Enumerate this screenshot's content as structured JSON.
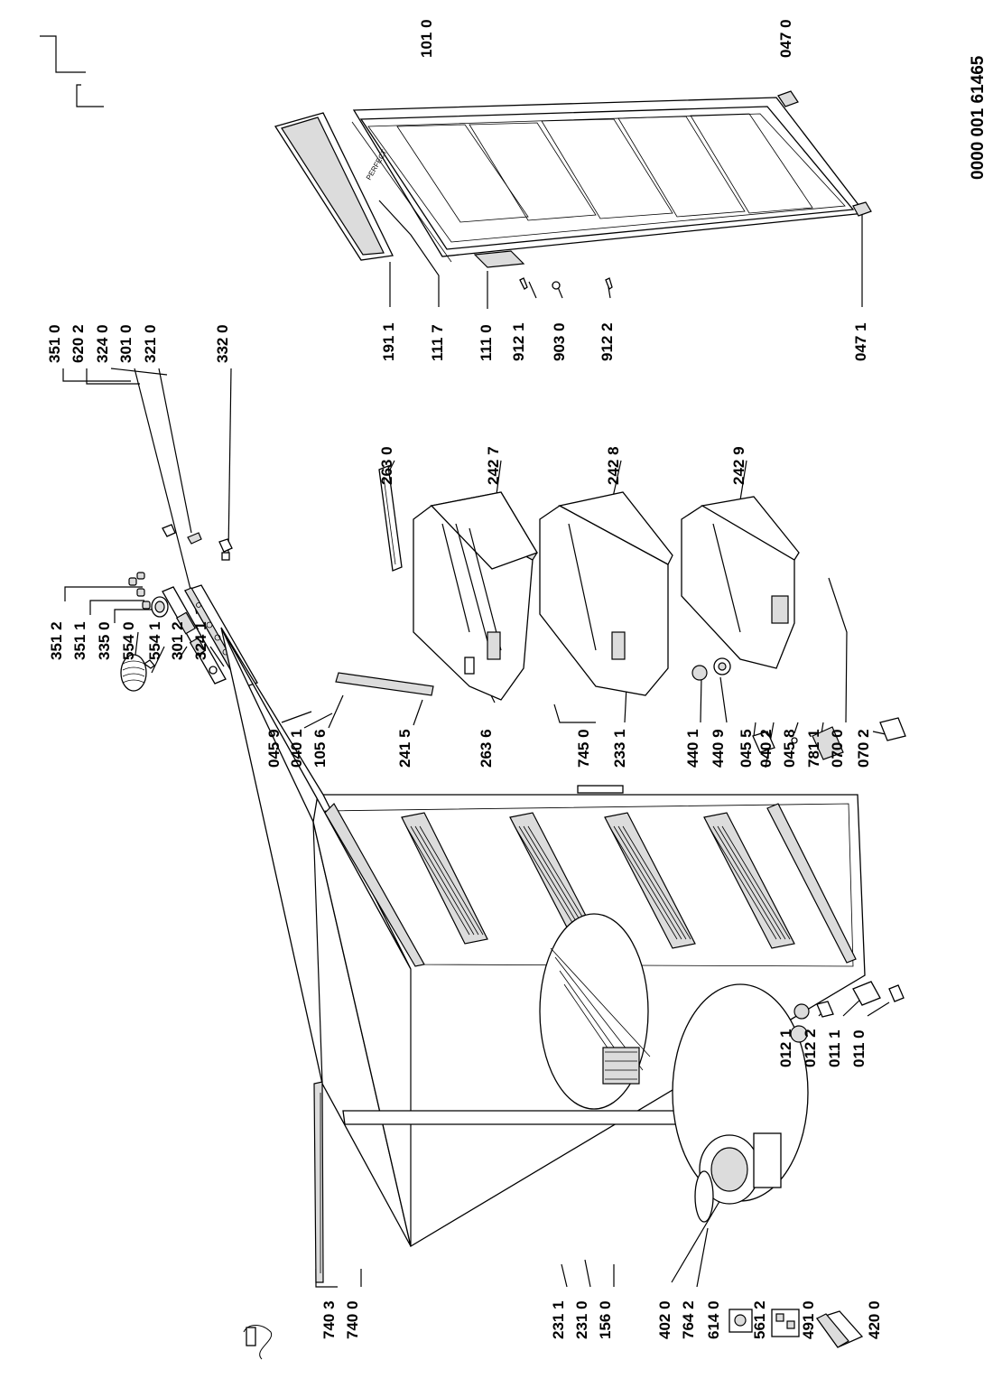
{
  "document_number": "0000 001 61465",
  "door_inscription": "PERFECT",
  "parts": [
    {
      "id": "351-2",
      "label": "351 2"
    },
    {
      "id": "351-1",
      "label": "351 1"
    },
    {
      "id": "335-0",
      "label": "335 0"
    },
    {
      "id": "554-0",
      "label": "554 0"
    },
    {
      "id": "554-1",
      "label": "554 1"
    },
    {
      "id": "301-2",
      "label": "301 2"
    },
    {
      "id": "324-1",
      "label": "324 1"
    },
    {
      "id": "351-0",
      "label": "351 0"
    },
    {
      "id": "620-2",
      "label": "620 2"
    },
    {
      "id": "324-0",
      "label": "324 0"
    },
    {
      "id": "301-0",
      "label": "301 0"
    },
    {
      "id": "321-0",
      "label": "321 0"
    },
    {
      "id": "332-0",
      "label": "332 0"
    },
    {
      "id": "263-0",
      "label": "263 0"
    },
    {
      "id": "242-7",
      "label": "242 7"
    },
    {
      "id": "242-8",
      "label": "242 8"
    },
    {
      "id": "242-9",
      "label": "242 9"
    },
    {
      "id": "191-1",
      "label": "191 1"
    },
    {
      "id": "111-7",
      "label": "111 7"
    },
    {
      "id": "111-0",
      "label": "111 0"
    },
    {
      "id": "912-1",
      "label": "912 1"
    },
    {
      "id": "903-0",
      "label": "903 0"
    },
    {
      "id": "912-2",
      "label": "912 2"
    },
    {
      "id": "047-1",
      "label": "047 1"
    },
    {
      "id": "101-0",
      "label": "101 0"
    },
    {
      "id": "047-0",
      "label": "047 0"
    },
    {
      "id": "045-9",
      "label": "045 9"
    },
    {
      "id": "040-1",
      "label": "040 1"
    },
    {
      "id": "105-6",
      "label": "105 6"
    },
    {
      "id": "241-5",
      "label": "241 5"
    },
    {
      "id": "263-6",
      "label": "263 6"
    },
    {
      "id": "745-0",
      "label": "745 0"
    },
    {
      "id": "233-1",
      "label": "233 1"
    },
    {
      "id": "440-1",
      "label": "440 1"
    },
    {
      "id": "440-9",
      "label": "440 9"
    },
    {
      "id": "045-5",
      "label": "045 5"
    },
    {
      "id": "040-2",
      "label": "040 2"
    },
    {
      "id": "045-8",
      "label": "045 8"
    },
    {
      "id": "781-1",
      "label": "781 1"
    },
    {
      "id": "070-0",
      "label": "070 0"
    },
    {
      "id": "070-2",
      "label": "070 2"
    },
    {
      "id": "012-1",
      "label": "012 1"
    },
    {
      "id": "012-2",
      "label": "012 2"
    },
    {
      "id": "011-1",
      "label": "011 1"
    },
    {
      "id": "011-0",
      "label": "011 0"
    },
    {
      "id": "740-3",
      "label": "740 3"
    },
    {
      "id": "740-0",
      "label": "740 0"
    },
    {
      "id": "231-1",
      "label": "231 1"
    },
    {
      "id": "231-0",
      "label": "231 0"
    },
    {
      "id": "156-0",
      "label": "156 0"
    },
    {
      "id": "402-0",
      "label": "402 0"
    },
    {
      "id": "764-2",
      "label": "764 2"
    },
    {
      "id": "614-0",
      "label": "614 0"
    },
    {
      "id": "561-2",
      "label": "561 2"
    },
    {
      "id": "491-0",
      "label": "491 0"
    },
    {
      "id": "420-0",
      "label": "420 0"
    }
  ]
}
